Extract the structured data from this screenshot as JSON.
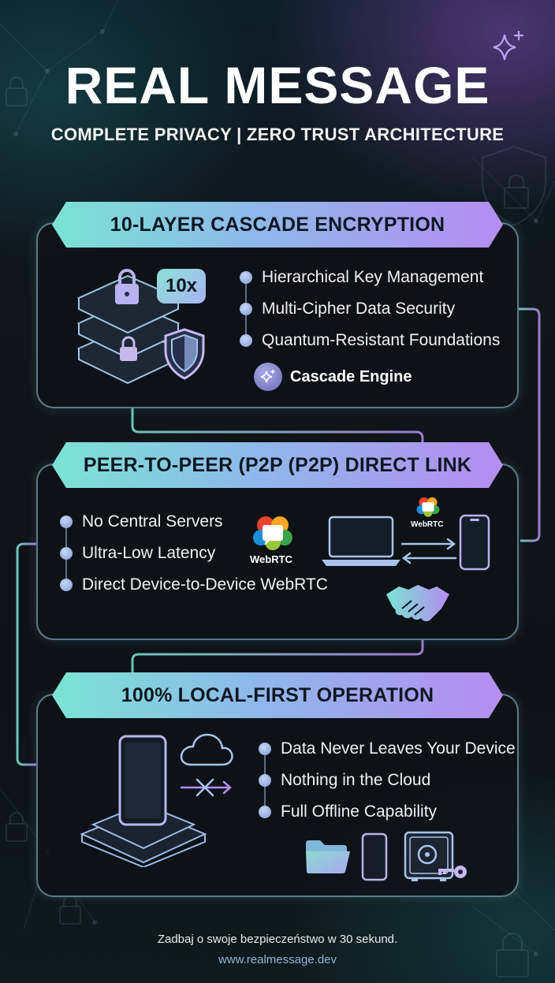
{
  "header": {
    "title": "REAL MESSAGE",
    "subtitle": "COMPLETE PRIVACY | ZERO TRUST ARCHITECTURE"
  },
  "sections": [
    {
      "heading": "10-LAYER CASCADE ENCRYPTION",
      "badge": "10x",
      "bullets": [
        "Hierarchical Key Management",
        "Multi-Cipher Data Security",
        "Quantum-Resistant Foundations"
      ],
      "engine_label": "Cascade Engine"
    },
    {
      "heading": "PEER-TO-PEER (P2P (P2P) DIRECT LINK",
      "bullets": [
        "No Central Servers",
        "Ultra-Low Latency",
        "Direct Device-to-Device WebRTC"
      ],
      "webrtc_logo_text": "WebRTC",
      "webrtc_small_text": "WebRTC"
    },
    {
      "heading": "100% LOCAL-FIRST OPERATION",
      "bullets": [
        "Data Never Leaves Your Device",
        "Nothing in the Cloud",
        "Full Offline Capability"
      ]
    }
  ],
  "footer": {
    "text": "Zadbaj o swoje bezpieczeństwo w 30 sekund.",
    "url": "www.realmessage.dev"
  },
  "colors": {
    "banner_start": "#7be3d3",
    "banner_mid": "#8fb8ea",
    "banner_end": "#b58df0",
    "panel_border": "#9bd2e8",
    "background": "#101619"
  },
  "icons": [
    "sparkle-icon",
    "server-stack-icon",
    "lock-icon",
    "shield-icon",
    "engine-sparkle-icon",
    "webrtc-logo-icon",
    "laptop-icon",
    "phone-icon",
    "transfer-arrows-icon",
    "handshake-icon",
    "cloud-icon",
    "blocked-arrow-icon",
    "folder-icon",
    "safe-icon",
    "key-icon"
  ]
}
